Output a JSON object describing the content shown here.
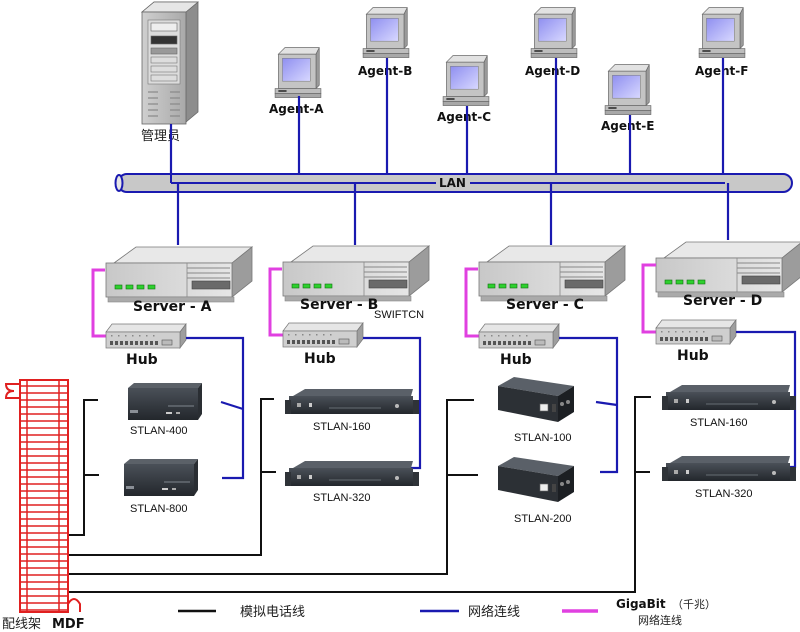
{
  "admin": {
    "label": "管理员",
    "icon": "server-tower-icon"
  },
  "agents": [
    {
      "id": "A",
      "label": "Agent-A"
    },
    {
      "id": "B",
      "label": "Agent-B"
    },
    {
      "id": "C",
      "label": "Agent-C"
    },
    {
      "id": "D",
      "label": "Agent-D"
    },
    {
      "id": "E",
      "label": "Agent-E"
    },
    {
      "id": "F",
      "label": "Agent-F"
    }
  ],
  "lan": {
    "label": "LAN"
  },
  "servers": [
    {
      "id": "A",
      "label": "Server - A",
      "hub_label": "Hub"
    },
    {
      "id": "B",
      "label": "Server - B",
      "hub_label": "Hub"
    },
    {
      "id": "C",
      "label": "Server - C",
      "hub_label": "Hub"
    },
    {
      "id": "D",
      "label": "Server - D",
      "hub_label": "Hub"
    }
  ],
  "watermark": "SWIFTCN",
  "devices": [
    {
      "group": "A",
      "label": "STLAN-400",
      "kind": "desktop-box"
    },
    {
      "group": "A",
      "label": "STLAN-800",
      "kind": "desktop-box"
    },
    {
      "group": "B",
      "label": "STLAN-160",
      "kind": "rack-unit"
    },
    {
      "group": "B",
      "label": "STLAN-320",
      "kind": "rack-unit"
    },
    {
      "group": "C",
      "label": "STLAN-100",
      "kind": "small-box"
    },
    {
      "group": "C",
      "label": "STLAN-200",
      "kind": "small-box"
    },
    {
      "group": "D",
      "label": "STLAN-160",
      "kind": "rack-unit"
    },
    {
      "group": "D",
      "label": "STLAN-320",
      "kind": "rack-unit"
    }
  ],
  "mdf": {
    "label_cn": "配线架",
    "label_en": "MDF"
  },
  "legend": {
    "analog": {
      "label": "模拟电话线",
      "color": "#111111"
    },
    "network": {
      "label": "网络连线",
      "color": "#1a1ab0"
    },
    "gigabit": {
      "label_en": "GigaBit",
      "label_cn_paren": "（千兆）",
      "label_cn2": "网络连线",
      "color": "#e040e0"
    }
  }
}
